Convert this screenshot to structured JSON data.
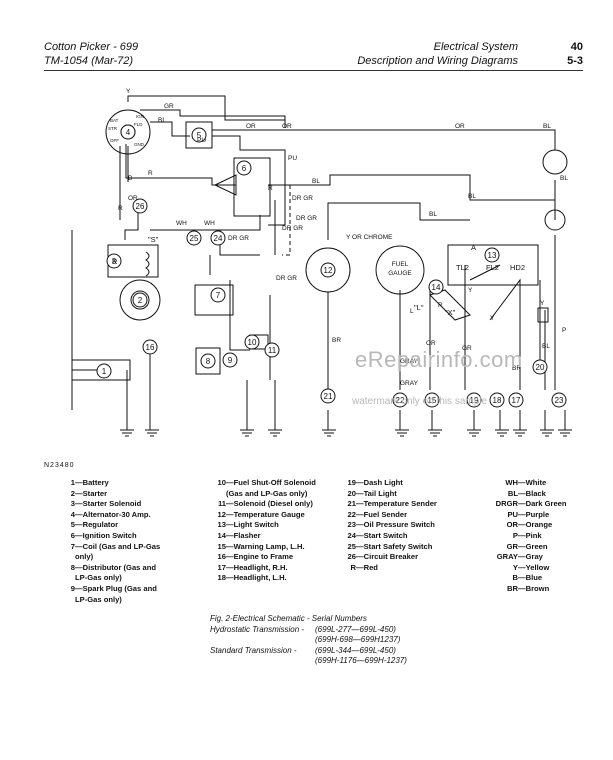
{
  "header": {
    "left_line1": "Cotton Picker  -  699",
    "left_line2": "TM-1054   (Mar-72)",
    "right_line1": "Electrical System",
    "right_line2": "Description and Wiring Diagrams",
    "section": "40",
    "page": "5-3"
  },
  "figure_id": "N23480",
  "watermark": {
    "main": "eRepairinfo.com",
    "sub": "watermark only on this sample"
  },
  "diagram": {
    "wire_labels": [
      "Y",
      "GR",
      "BL",
      "OR",
      "OR",
      "OR",
      "BL",
      "PU",
      "PU",
      "R",
      "R",
      "BL",
      "R",
      "OR",
      "B",
      "WH",
      "WH",
      "DR GR",
      "DR GR",
      "DR GR",
      "BL",
      "Y OR CHROME",
      "BL",
      "BL",
      "DR GR",
      "DR GR",
      "BR",
      "GRAY",
      "GRAY",
      "OR",
      "GR",
      "Y",
      "Y",
      "Y",
      "P",
      "BL",
      "BR",
      "L",
      "R"
    ],
    "fuel_gauge_label": "FUEL\nGAUGE",
    "switch_labels": [
      "STR",
      "IGN",
      "FLD",
      "GND",
      "OFF",
      "BAT"
    ],
    "terminal_labels": [
      "TL2",
      "FL2",
      "HD2",
      "A",
      "R",
      "\"S\"",
      "\"L\"",
      "\"X\""
    ],
    "component_numbers": [
      "1",
      "2",
      "3",
      "4",
      "5",
      "6",
      "7",
      "8",
      "9",
      "10",
      "11",
      "12",
      "13",
      "14",
      "15",
      "16",
      "17",
      "18",
      "19",
      "20",
      "21",
      "22",
      "23",
      "24",
      "25",
      "26"
    ]
  },
  "legend": {
    "col1": [
      {
        "k": "1",
        "v": "Battery"
      },
      {
        "k": "2",
        "v": "Starter"
      },
      {
        "k": "3",
        "v": "Starter Solenoid"
      },
      {
        "k": "4",
        "v": "Alternator-30 Amp."
      },
      {
        "k": "5",
        "v": "Regulator"
      },
      {
        "k": "6",
        "v": "Ignition Switch"
      },
      {
        "k": "7",
        "v": "Coil (Gas and LP-Gas"
      },
      {
        "k": "",
        "v": "only)"
      },
      {
        "k": "8",
        "v": "Distributor (Gas and"
      },
      {
        "k": "",
        "v": "LP-Gas only)"
      },
      {
        "k": "9",
        "v": "Spark Plug (Gas and"
      },
      {
        "k": "",
        "v": "LP-Gas only)"
      }
    ],
    "col2": [
      {
        "k": "10",
        "v": "Fuel Shut-Off Solenoid"
      },
      {
        "k": "",
        "v": "(Gas and LP-Gas only)"
      },
      {
        "k": "11",
        "v": "Solenoid (Diesel only)"
      },
      {
        "k": "12",
        "v": "Temperature Gauge"
      },
      {
        "k": "13",
        "v": "Light Switch"
      },
      {
        "k": "14",
        "v": "Flasher"
      },
      {
        "k": "15",
        "v": "Warning Lamp, L.H."
      },
      {
        "k": "16",
        "v": "Engine to Frame"
      },
      {
        "k": "17",
        "v": "Headlight, R.H."
      },
      {
        "k": "18",
        "v": "Headlight, L.H."
      }
    ],
    "col3": [
      {
        "k": "19",
        "v": "Dash Light"
      },
      {
        "k": "20",
        "v": "Tail Light"
      },
      {
        "k": "21",
        "v": "Temperature Sender"
      },
      {
        "k": "22",
        "v": "Fuel Sender"
      },
      {
        "k": "23",
        "v": "Oil Pressure Switch"
      },
      {
        "k": "24",
        "v": "Start Switch"
      },
      {
        "k": "25",
        "v": "Start Safety Switch"
      },
      {
        "k": "26",
        "v": "Circuit Breaker"
      },
      {
        "k": "",
        "v": ""
      },
      {
        "k": "R",
        "v": "Red"
      }
    ],
    "col4": [
      {
        "k": "WH",
        "v": "White"
      },
      {
        "k": "BL",
        "v": "Black"
      },
      {
        "k": "DRGR",
        "v": "Dark Green"
      },
      {
        "k": "PU",
        "v": "Purple"
      },
      {
        "k": "OR",
        "v": "Orange"
      },
      {
        "k": "P",
        "v": "Pink"
      },
      {
        "k": "GR",
        "v": "Green"
      },
      {
        "k": "GRAY",
        "v": "Gray"
      },
      {
        "k": "Y",
        "v": "Yellow"
      },
      {
        "k": "B",
        "v": "Blue"
      },
      {
        "k": "BR",
        "v": "Brown"
      }
    ]
  },
  "caption": {
    "title": "Fig. 2-Electrical Schematic  -  Serial Numbers",
    "rows": [
      {
        "label": "Hydrostatic Transmission  -",
        "value": "(699L-277—699L-450)"
      },
      {
        "label": "",
        "value": "(699H-698—699H1237)"
      },
      {
        "label": "Standard Transmission  -",
        "value": "(699L-344—699L-450)"
      },
      {
        "label": "",
        "value": "(699H-1176—699H-1237)"
      }
    ]
  }
}
